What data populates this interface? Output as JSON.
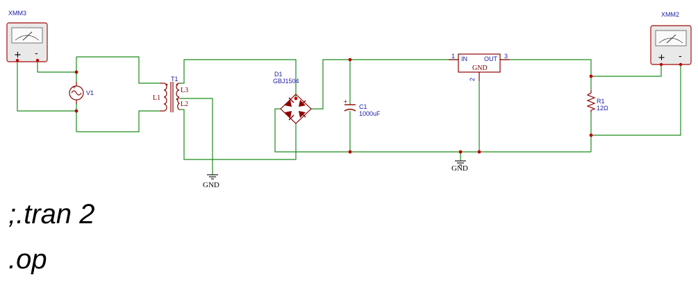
{
  "components": {
    "xmm3": {
      "ref": "XMM3"
    },
    "xmm2": {
      "ref": "XMM2"
    },
    "v1": {
      "ref": "V1"
    },
    "t1": {
      "ref": "T1",
      "pin_l1": "L1",
      "pin_l2": "L2",
      "pin_l3": "L3"
    },
    "d1": {
      "ref": "D1",
      "value": "GBJ1504"
    },
    "c1": {
      "ref": "C1",
      "value": "1000uF"
    },
    "u1": {
      "in_label": "IN",
      "out_label": "OUT",
      "gnd_label": "GND",
      "pin_in": "1",
      "pin_out": "3",
      "pin_gnd": "2"
    },
    "r1": {
      "ref": "R1",
      "value": "12Ω"
    }
  },
  "ground_labels": [
    "GND",
    "GND"
  ],
  "spice_directives": [
    ";.tran 2",
    ".op"
  ],
  "colors": {
    "wire": "#1a8a1a",
    "component": "#8b0000",
    "junction": "#c00000",
    "label": "#1a1aa6",
    "meter_face": "#e9e9e9",
    "meter_border": "#b03030"
  }
}
